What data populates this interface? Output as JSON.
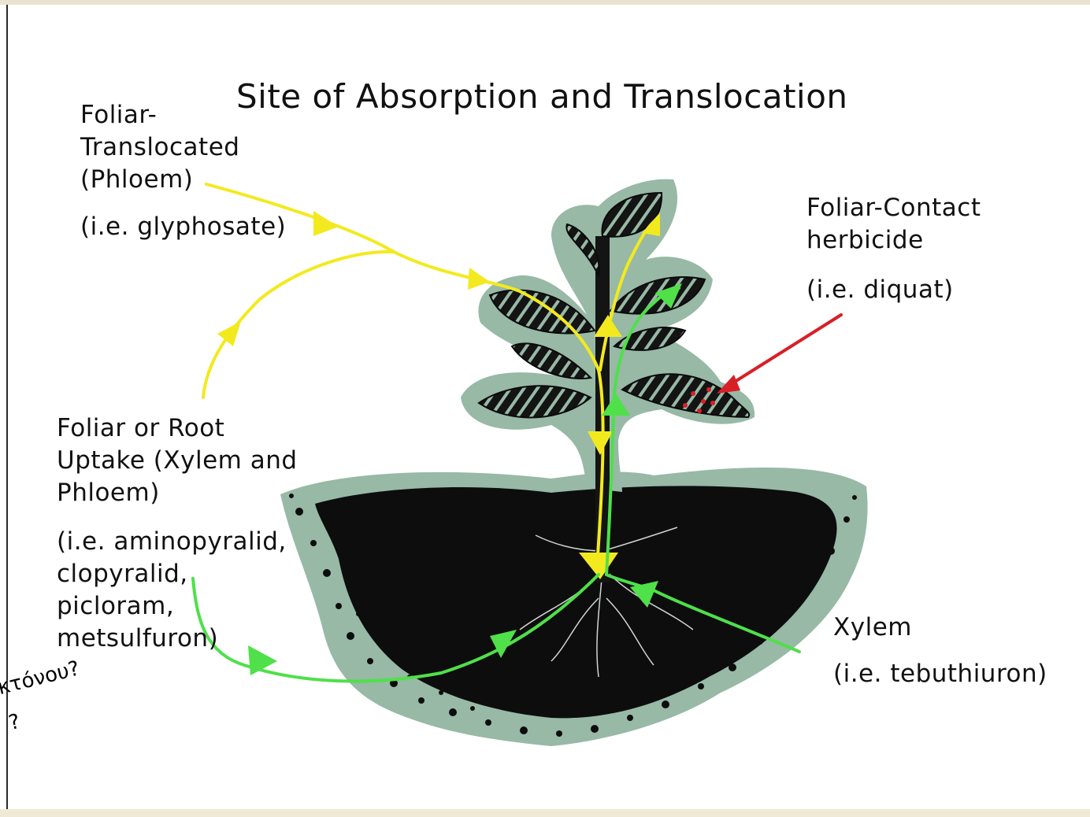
{
  "title": "Site of Absorption and Translocation",
  "labels": {
    "foliar_translocated": {
      "name": "Foliar-\nTranslocated\n(Phloem)",
      "example": "(i.e. glyphosate)"
    },
    "foliar_contact": {
      "name": "Foliar-Contact\nherbicide",
      "example": "(i.e. diquat)"
    },
    "foliar_or_root": {
      "name": "Foliar or Root\nUptake (Xylem and\nPhloem)",
      "example": "(i.e. aminopyralid,\nclopyralid,\npicloram,\nmetsulfuron)"
    },
    "xylem": {
      "name": "Xylem",
      "example": "(i.e. tebuthiuron)"
    }
  },
  "handwritten_notes": [
    "κτόνου?",
    "?"
  ],
  "colors": {
    "phloem_arrow": "#f2ea1e",
    "xylem_arrow": "#4fe04a",
    "contact_arrow": "#d81f26",
    "halo": "#97b9a6",
    "foliage": "#141414"
  }
}
